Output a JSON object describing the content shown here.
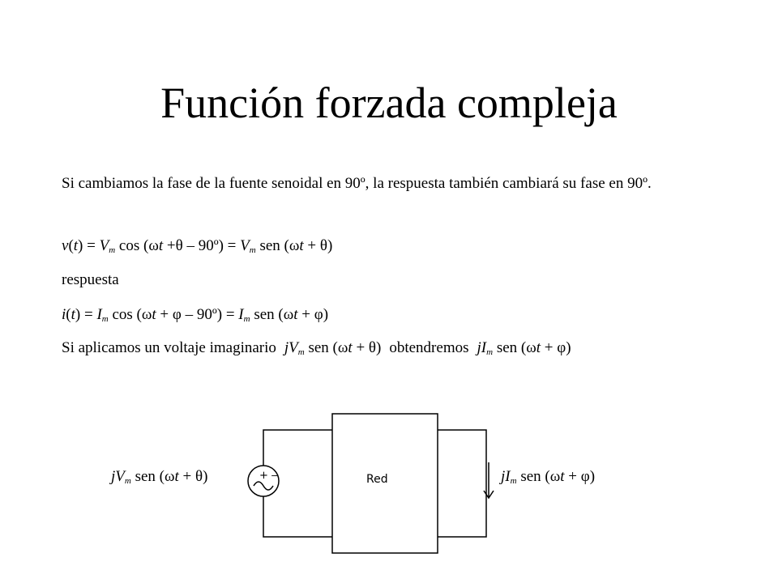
{
  "slide": {
    "title": "Función forzada compleja",
    "p1": "Si cambiamos la fase de la fuente senoidal en 90º, la respuesta también cambiará su fase en 90º.",
    "v_line": {
      "v": "v",
      "lp": "(",
      "t": "t",
      "rp_eq": ") = ",
      "Vm": "V",
      "m": "m",
      "cos_open": " cos (",
      "omega": "ω",
      "t2": "t",
      "plus1": " +",
      "theta": "θ",
      "minus90": " – 90º) = ",
      "Vm2": "V",
      "m2": "m",
      "sen_open": " sen (",
      "omega2": "ω",
      "t3": "t",
      "plus2": " + ",
      "theta2": "θ",
      "close": ")"
    },
    "respuesta": "respuesta",
    "i_line": {
      "i": "i",
      "lp": "(",
      "t": "t",
      "rp_eq": ") = ",
      "Im": "I",
      "m": "m",
      "cos_open": " cos (",
      "omega": "ω",
      "t2": "t",
      "plus1": " + ",
      "phi": "φ",
      "minus90": " – 90º) = ",
      "Im2": "I",
      "m2": "m",
      "sen_open": " sen (",
      "omega2": "ω",
      "t3": "t",
      "plus2": " + ",
      "phi2": "φ",
      "close": ")"
    },
    "p5": {
      "lead": "Si aplicamos un voltaje imaginario",
      "j": "jV",
      "m": "m",
      "sen_open": " sen (",
      "omega": "ω",
      "t": "t",
      "plus": " + ",
      "theta": "θ",
      "close": ")",
      "mid": "obtendremos",
      "j2": "jI",
      "m2": "m",
      "sen_open2": " sen (",
      "omega2": "ω",
      "t2": "t",
      "plus2": " + ",
      "phi": "φ",
      "close2": ")"
    }
  },
  "circuit": {
    "network_label": "Red",
    "left": {
      "j": "jV",
      "m": "m",
      "sen_open": " sen (",
      "omega": "ω",
      "t": "t",
      "plus": " + ",
      "theta": "θ",
      "close": ")"
    },
    "right": {
      "j": "jI",
      "m": "m",
      "sen_open": " sen (",
      "omega": "ω",
      "t": "t",
      "plus": " + ",
      "phi": "φ",
      "close": ")"
    },
    "source_plus": "+",
    "source_minus": "−"
  }
}
